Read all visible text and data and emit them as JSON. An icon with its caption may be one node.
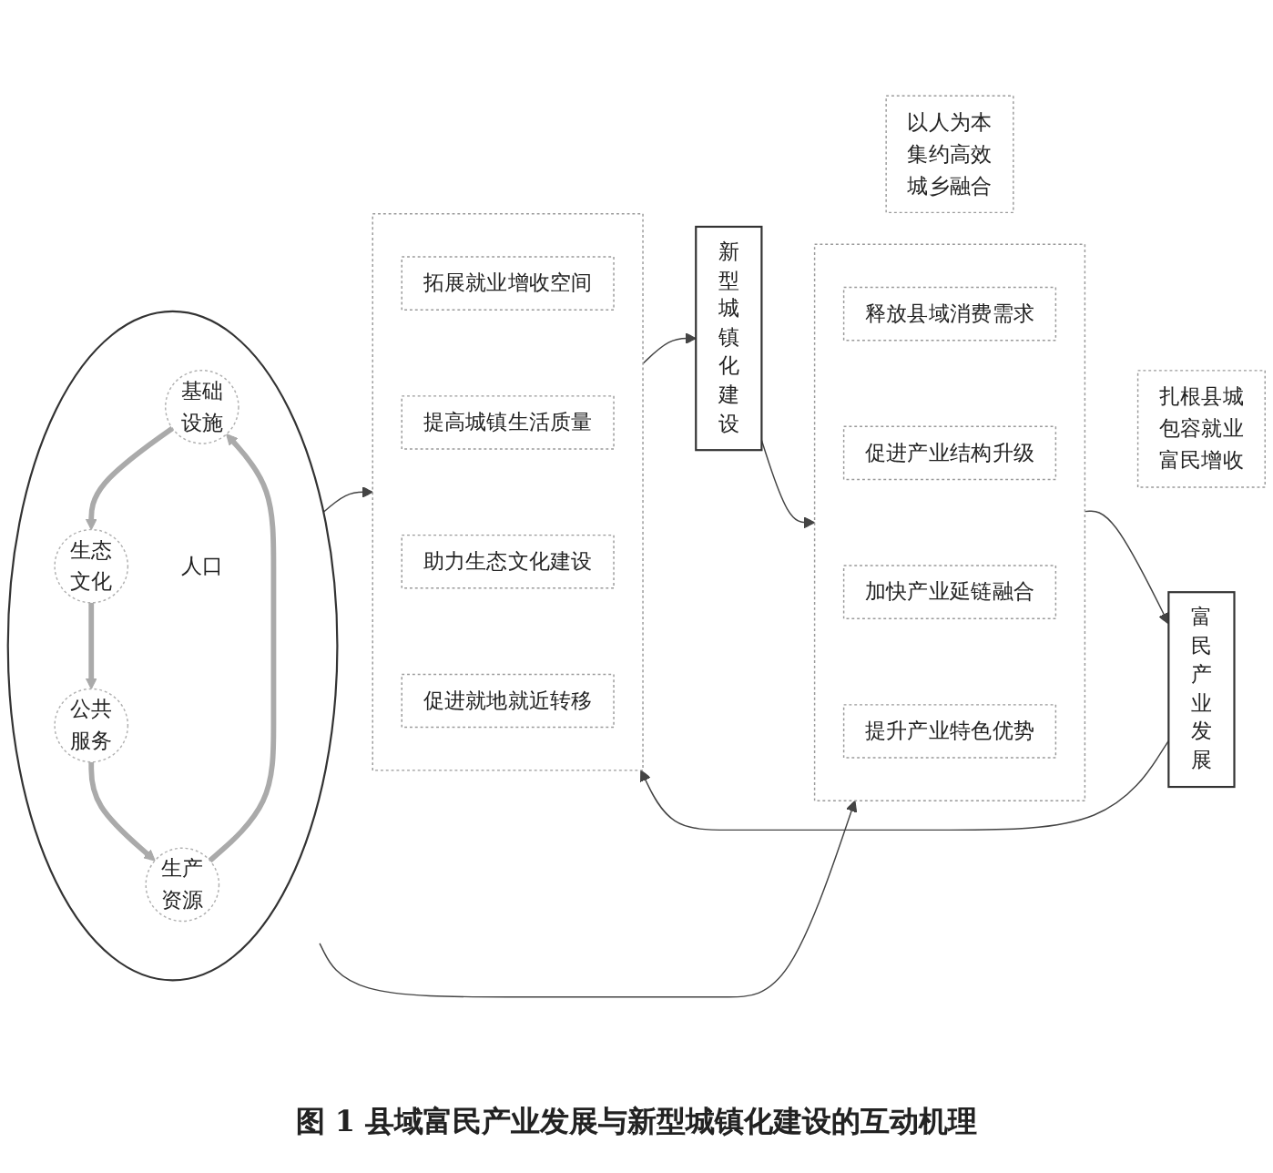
{
  "diagram": {
    "caption": "图 1 县域富民产业发展与新型城镇化建设的互动机理",
    "nodes": [
      {
        "text": [],
        "shape": "box"
      },
      {
        "text": [
          "拓展就业增收空间"
        ],
        "in": 0
      },
      {
        "text": [
          "提高城镇生活质量"
        ],
        "in": 0
      },
      {
        "text": [
          "助力生态文化建设"
        ],
        "in": 0
      },
      {
        "text": [
          "促进就地就近转移"
        ],
        "in": 0
      },
      {
        "text": [
          "扎根县城",
          "包容就业",
          "富民增收"
        ]
      },
      {
        "text": [
          "富民产业发展"
        ]
      },
      {
        "text": [],
        "shape": "circle"
      },
      {
        "text": [
          "基础设施"
        ],
        "in": 7
      },
      {
        "text": [
          "生产资源"
        ],
        "in": 7
      },
      {
        "text": [
          "人口"
        ],
        "in": 7
      },
      {
        "text": [
          "生态文化"
        ],
        "in": 7
      },
      {
        "text": [
          "公共服务"
        ],
        "in": 7
      },
      {
        "text": [
          "新型城镇化建设"
        ]
      },
      {
        "text": [
          "以人为本",
          "集约高效",
          "城乡融合"
        ]
      },
      {
        "text": [],
        "shape": "box"
      },
      {
        "text": [
          "释放县域消费需求"
        ],
        "in": 15
      },
      {
        "text": [
          "促进产业结构升级"
        ],
        "in": 15
      },
      {
        "text": [
          "加快产业延链融合"
        ],
        "in": 15
      },
      {
        "text": [
          "提升产业特色优势"
        ],
        "in": 15
      }
    ],
    "edges": [
      {
        "from": 6,
        "to": 0,
        "arrow": "to"
      },
      {
        "from": 0,
        "to": 13,
        "arrow": "to"
      },
      {
        "from": 13,
        "to": 15,
        "arrow": "to"
      },
      {
        "from": 15,
        "to": 6,
        "arrow": "to"
      },
      {
        "from": 7,
        "to": 0,
        "arrow": "to"
      },
      {
        "from": 7,
        "to": 15,
        "arrow": "to"
      },
      {
        "from": 8,
        "to": 11,
        "arrow": "to",
        "style": "thick",
        "color": "#aaaaaa"
      },
      {
        "from": 11,
        "to": 12,
        "arrow": "to",
        "style": "thick",
        "color": "#aaaaaa"
      },
      {
        "from": 12,
        "to": 9,
        "arrow": "to",
        "style": "thick",
        "color": "#aaaaaa"
      },
      {
        "from": 9,
        "to": 8,
        "arrow": "to",
        "style": "thick",
        "color": "#aaaaaa"
      }
    ]
  }
}
